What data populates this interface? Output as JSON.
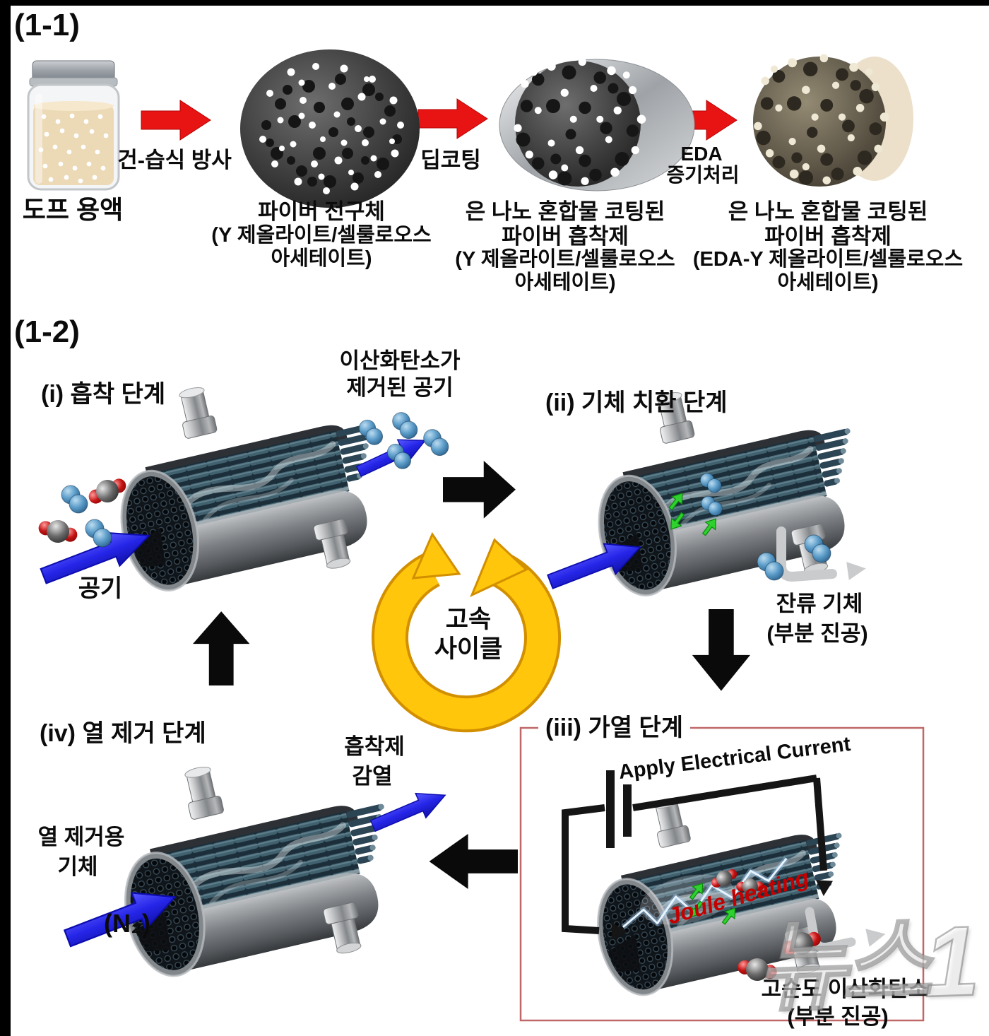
{
  "colors": {
    "arrow_red": "#e81313",
    "arrow_blue": "#2525e8",
    "cycle_yellow": "#ffc60b",
    "frame_red": "#c06868",
    "joule_red": "#c40000",
    "dope_liquid": "#ecd9b6"
  },
  "part1": {
    "label": "(1-1)",
    "jar_label": "도프 용액",
    "spin_label": "건-습식 방사",
    "dip_label": "딥코팅",
    "eda_label_1": "EDA",
    "eda_label_2": "증기처리",
    "fiber1": {
      "l1": "파이버 전구체",
      "l2": "(Y 제올라이트/셀룰로오스",
      "l3": "아세테이트)"
    },
    "fiber2": {
      "l1": "은 나노 혼합물 코팅된",
      "l2": "파이버 흡착제",
      "l3": "(Y 제올라이트/셀룰로오스",
      "l4": "아세테이트)"
    },
    "fiber3": {
      "l1": "은 나노 혼합물 코팅된",
      "l2": "파이버 흡착제",
      "l3": "(EDA-Y 제올라이트/셀룰로오스",
      "l4": "아세테이트)"
    }
  },
  "part2": {
    "label": "(1-2)",
    "cycle1": "고속",
    "cycle2": "사이클",
    "stage_i": {
      "title": "(i) 흡착 단계",
      "out1": "이산화탄소가",
      "out2": "제거된 공기",
      "inlet": "공기"
    },
    "stage_ii": {
      "title": "(ii) 기체 치환 단계",
      "out1": "잔류 기체",
      "out2": "(부분 진공)"
    },
    "stage_iii": {
      "title": "(iii)  가열 단계",
      "circuit_label": "Apply Electrical Current",
      "joule_label": "Joule heating",
      "out1": "고순도 이산화탄소",
      "out2": "(부분 진공)"
    },
    "stage_iv": {
      "title": "(iv) 열 제거 단계",
      "out1": "흡착제",
      "out2": "감열",
      "in1": "열 제거용",
      "in2": "기체",
      "gas": "(N₂)"
    }
  },
  "watermark": {
    "text": "뉴스1"
  }
}
